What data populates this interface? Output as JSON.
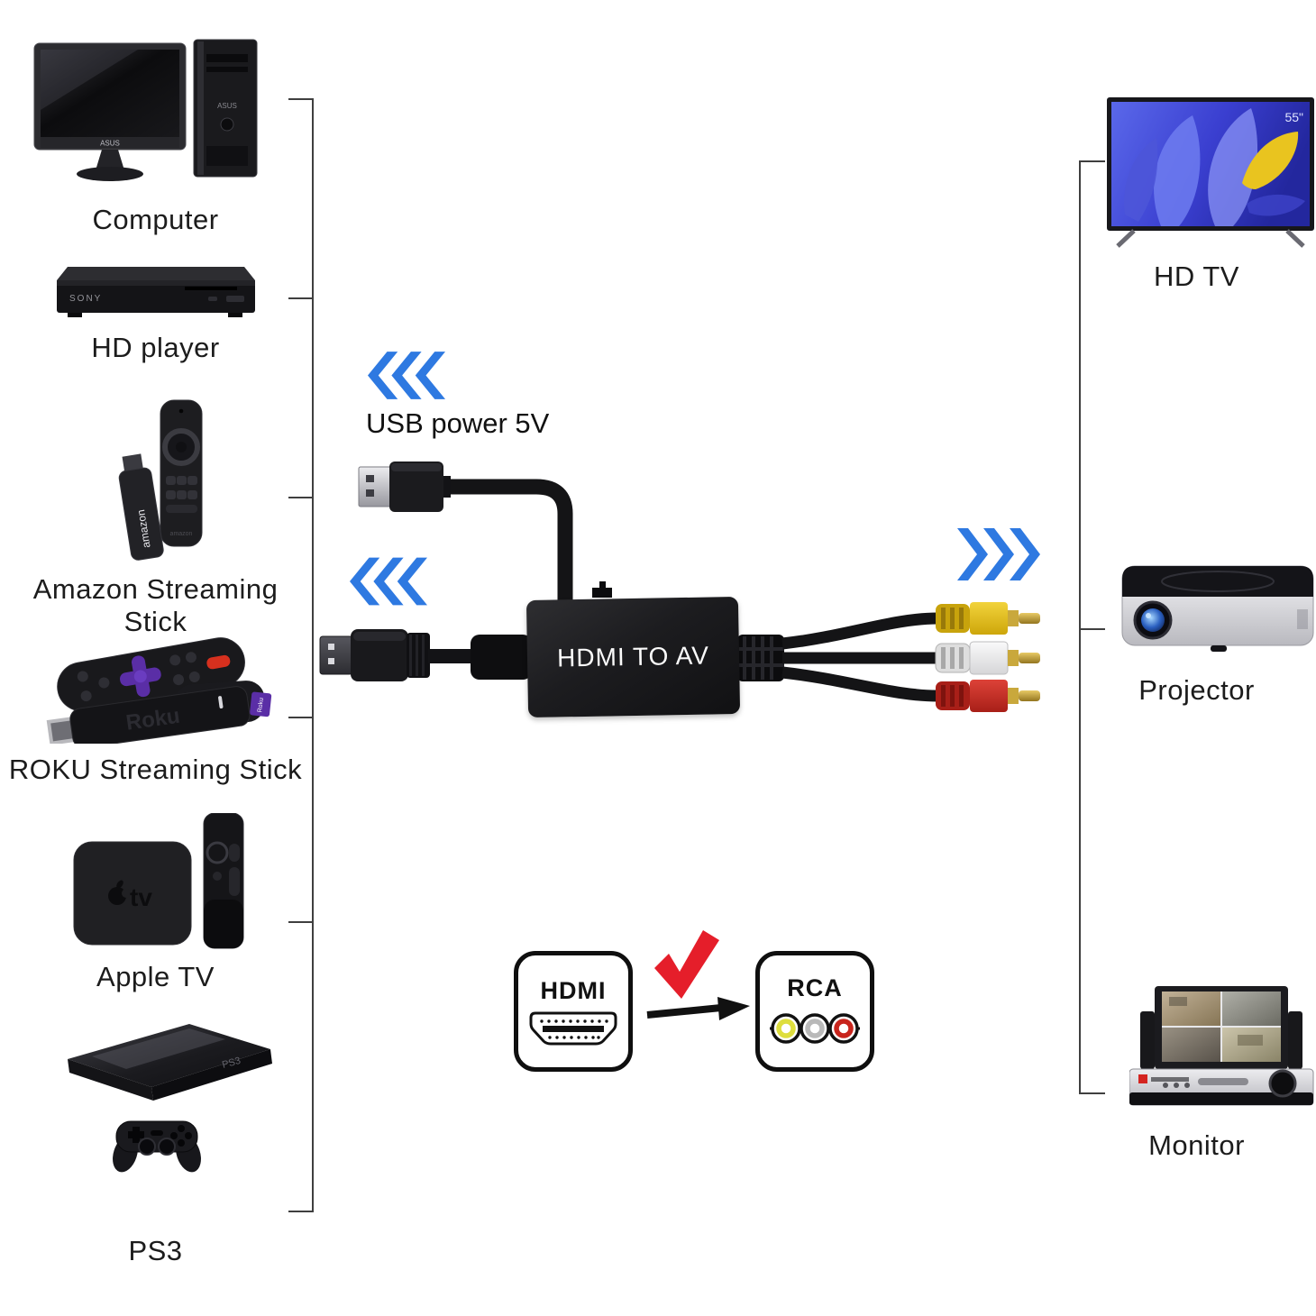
{
  "sources": [
    {
      "label": "Computer",
      "brand": "ASUS"
    },
    {
      "label": "HD player",
      "brand": "SONY"
    },
    {
      "label": "Amazon Streaming Stick",
      "brand": "amazon"
    },
    {
      "label": "ROKU Streaming Stick",
      "brand": "Roku"
    },
    {
      "label": "Apple TV",
      "brand": "tv"
    },
    {
      "label": "PS3",
      "brand": "PS3"
    }
  ],
  "outputs": [
    {
      "label": "HD TV",
      "badge": "55\""
    },
    {
      "label": "Projector"
    },
    {
      "label": "Monitor"
    }
  ],
  "converter": {
    "power_label": "USB power 5V",
    "box_label": "HDMI TO AV"
  },
  "conversion": {
    "from_label": "HDMI",
    "to_label": "RCA"
  },
  "colors": {
    "arrow_blue": "#2e79e1",
    "rca_yellow": "#e9c31b",
    "rca_white": "#f2f2f2",
    "rca_red": "#cf2b24",
    "check_red": "#e51e2a",
    "bracket_line": "#3f3f3f"
  }
}
